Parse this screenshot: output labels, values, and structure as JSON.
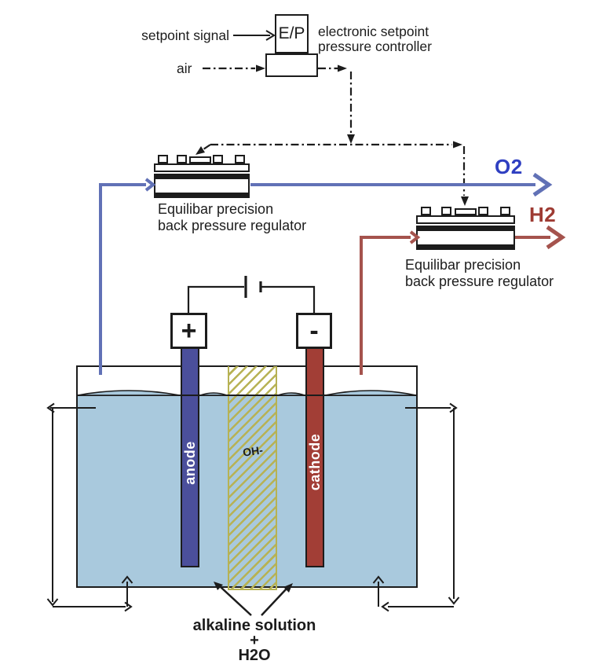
{
  "controller": {
    "setpoint_label": "setpoint signal",
    "device_label": "E/P",
    "description": "electronic setpoint\npressure controller",
    "air_label": "air"
  },
  "regulator_o2": {
    "caption": "Equilibar precision\nback pressure regulator"
  },
  "regulator_h2": {
    "caption": "Equilibar precision\nback pressure regulator"
  },
  "gas_outputs": {
    "oxygen": "O2",
    "hydrogen": "H2"
  },
  "cell": {
    "positive_terminal": "+",
    "negative_terminal": "-",
    "anode_label": "anode",
    "cathode_label": "cathode",
    "membrane_label": "OH-",
    "solution_label": "alkaline solution\n+\nH2O"
  },
  "colors": {
    "ink": "#1c1c1c",
    "oxygen_line": "#6171b6",
    "oxygen_text": "#2f3fc1",
    "hydrogen_line": "#a5534d",
    "hydrogen_text": "#9e3b33",
    "anode_fill": "#4b4f9b",
    "cathode_fill": "#a23e36",
    "electrolyte_fill": "#a9c9dd",
    "membrane_hatch": "#b7b254"
  }
}
